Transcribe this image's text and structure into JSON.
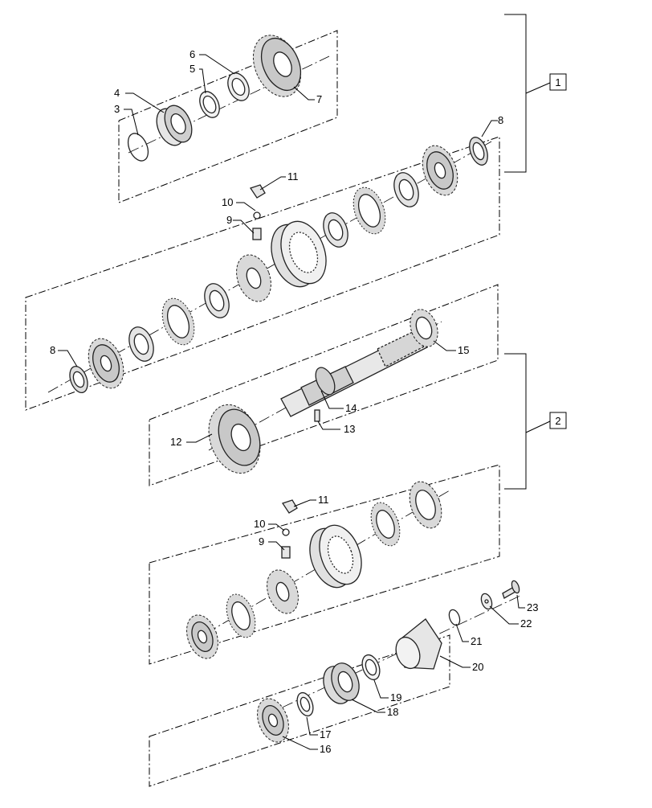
{
  "assemblies": [
    {
      "id": "1",
      "label": "1"
    },
    {
      "id": "2",
      "label": "2"
    }
  ],
  "callouts": [
    {
      "id": "c3",
      "label": "3"
    },
    {
      "id": "c4",
      "label": "4"
    },
    {
      "id": "c5",
      "label": "5"
    },
    {
      "id": "c6",
      "label": "6"
    },
    {
      "id": "c7",
      "label": "7"
    },
    {
      "id": "c8a",
      "label": "8"
    },
    {
      "id": "c8b",
      "label": "8"
    },
    {
      "id": "c9a",
      "label": "9"
    },
    {
      "id": "c10a",
      "label": "10"
    },
    {
      "id": "c11a",
      "label": "11"
    },
    {
      "id": "c12",
      "label": "12"
    },
    {
      "id": "c13",
      "label": "13"
    },
    {
      "id": "c14",
      "label": "14"
    },
    {
      "id": "c15",
      "label": "15"
    },
    {
      "id": "c9b",
      "label": "9"
    },
    {
      "id": "c10b",
      "label": "10"
    },
    {
      "id": "c11b",
      "label": "11"
    },
    {
      "id": "c16",
      "label": "16"
    },
    {
      "id": "c17",
      "label": "17"
    },
    {
      "id": "c18",
      "label": "18"
    },
    {
      "id": "c19",
      "label": "19"
    },
    {
      "id": "c20",
      "label": "20"
    },
    {
      "id": "c21",
      "label": "21"
    },
    {
      "id": "c22",
      "label": "22"
    },
    {
      "id": "c23",
      "label": "23"
    }
  ]
}
